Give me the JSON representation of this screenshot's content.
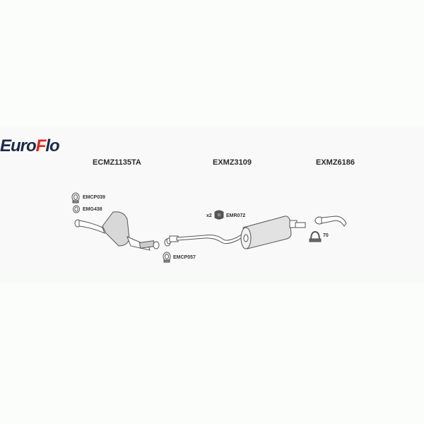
{
  "brand": {
    "logo_part1": "Euro",
    "logo_part2": "F",
    "logo_part3": "lo",
    "colors": {
      "dark": "#1c2a4a",
      "red": "#e0261e"
    }
  },
  "sections": [
    {
      "title": "ECMZ1135TA"
    },
    {
      "title": "EXMZ3109"
    },
    {
      "title": "EXMZ6186"
    }
  ],
  "parts": {
    "clamp_top": {
      "label": "EMCP039",
      "icon": "clamp-icon"
    },
    "gasket": {
      "label": "EMG438",
      "icon": "gasket-ring-icon"
    },
    "clamp_mid": {
      "label": "EMCP057",
      "icon": "clamp-icon"
    },
    "rubber_mount": {
      "label": "EMR072",
      "qty": "x2",
      "icon": "rubber-mount-icon"
    },
    "u_clamp": {
      "label": "70",
      "icon": "u-bolt-clamp-icon"
    }
  }
}
